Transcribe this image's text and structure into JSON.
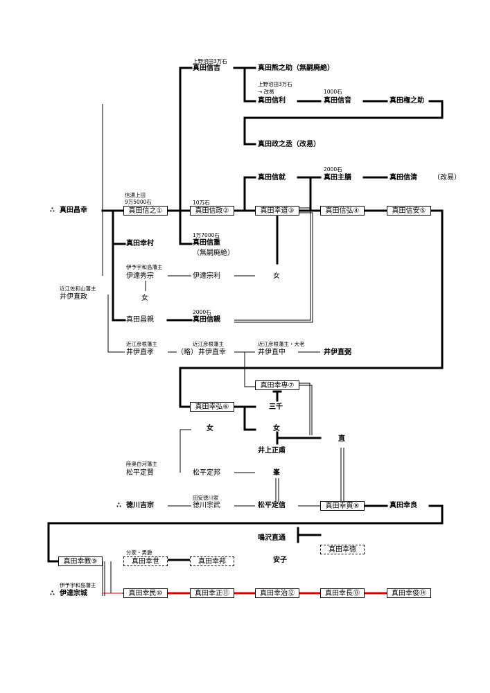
{
  "lord_marker": "∴",
  "colors": {
    "line": "#000000",
    "red_line": "#d00000",
    "background": "#ffffff"
  },
  "people": {
    "masayuki": "真田昌幸",
    "nobuyuki": "真田信之①",
    "yukimura": "真田幸村",
    "hidemune": "伊達秀宗",
    "naomasa": "井伊直政",
    "onna_a": "女",
    "masachika": "真田昌親",
    "naotaka": "井伊直孝",
    "nobuyoshi": "真田信吉",
    "kumanosuke": "真田熊之助（無嗣廃絶）",
    "nobutoshi": "真田信利",
    "nobuoto": "真田信音",
    "gonnosuke": "真田権之助",
    "masanojo": "真田政之丞（改易）",
    "nobumasa": "真田信政②",
    "nobushige": "真田信重",
    "nobushige_note": "（無嗣廃絶）",
    "munetoshi": "伊達宗利",
    "nobuchika": "真田信親",
    "ryaku": "（略）",
    "naoyuki": "井伊直幸",
    "nobunari": "真田信就",
    "yukimichi": "真田幸道③",
    "onna_b": "女",
    "shuzen": "真田主膳",
    "nobukiyo": "真田信清",
    "kaieki": "（改易）",
    "nobuhiro": "真田信弘④",
    "nobuyasu": "真田信安⑤",
    "naonaka": "井伊直中",
    "naosuke": "井伊直弼",
    "yukitaka": "真田幸専⑦",
    "yukihiro": "真田幸弘⑥",
    "sen": "三千",
    "onna_c": "女",
    "onna_d": "女",
    "nao": "直",
    "inoue": "井上正甫",
    "sadakata": "松平定賢",
    "sadakuni": "松平定邦",
    "mine": "峯",
    "yoshimune": "徳川吉宗",
    "munetake": "徳川宗武",
    "sadanobu": "松平定信",
    "yukitsura": "真田幸貫⑧",
    "yukiyoshi": "真田幸良",
    "narusawa": "鳴沢直通",
    "yukinori_b": "真田幸徳",
    "yasuko": "安子",
    "yukinori": "真田幸教⑨",
    "yukiyo": "真田幸世",
    "yukikuni": "真田幸邦",
    "munenari": "伊達宗城",
    "yukitami": "真田幸民⑩",
    "yukimasa": "真田幸正⑪",
    "yukiharu": "真田幸治⑫",
    "yukinaga": "真田幸長⑬",
    "yukitoshi": "真田幸俊⑭"
  },
  "notes": {
    "nobuyuki_1": "信濃上田",
    "nobuyuki_2": "9万5000石",
    "hidemune": "伊予宇和島藩主",
    "naomasa": "近江佐和山藩主",
    "naotaka": "近江彦根藩主",
    "nobuyoshi": "上野沼田3万石",
    "nobutoshi_1": "上野沼田3万石",
    "nobutoshi_2": "→ 改易",
    "nobuoto": "1000石",
    "nobumasa": "10万石",
    "nobushige": "1万7000石",
    "nobuchika": "2000石",
    "naoyuki": "近江彦根藩主",
    "shuzen": "2000石",
    "naonaka": "近江彦根藩主・大老",
    "sadakata": "陸奥白河藩主",
    "munetake": "田安徳川家",
    "yukiyo": "分家・男爵",
    "munenari": "伊予宇和島藩主"
  }
}
